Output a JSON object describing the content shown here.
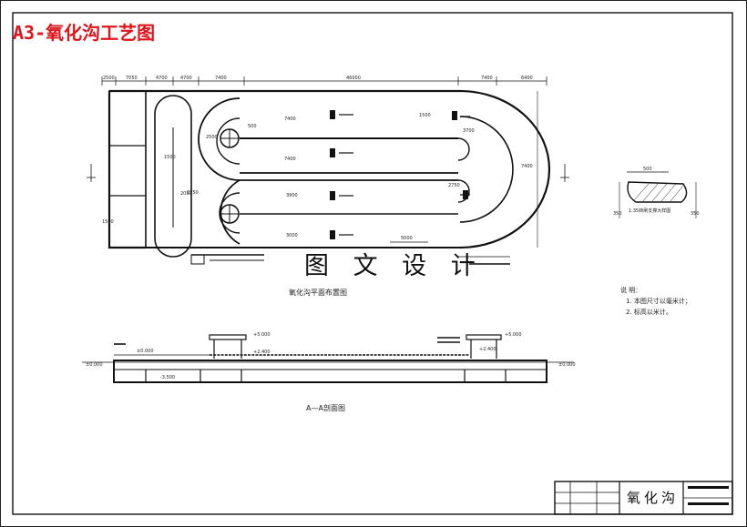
{
  "drawing": {
    "sheet_title": "A3-氧化沟工艺图",
    "watermark": "图 文 设 计",
    "plan_caption": "氧化沟平面布置图",
    "section_caption": "A—A剖面图",
    "detail_caption": "1:35转刷支撑大样图",
    "notes_heading": "说 明：",
    "notes": [
      "1. 本图尺寸以毫米计；",
      "2. 标高以米计。"
    ],
    "titleblock_name": "氧化沟"
  },
  "dimensions": {
    "top": [
      "2500",
      "7050",
      "4700",
      "4700",
      "7400",
      "46000",
      "7400",
      "6400"
    ],
    "inner": [
      "500",
      "2500",
      "7400",
      "7400",
      "1500",
      "1500",
      "3900",
      "2050",
      "5000",
      "3000",
      "3700",
      "2750",
      "7400",
      "2350",
      "1500"
    ],
    "detail": [
      "500",
      "350",
      "350"
    ]
  },
  "elevations": {
    "left": "±0.000",
    "mid1": "+5.000",
    "mid2": "+2.400",
    "right_top": "+5.000",
    "right_mid": "+2.400",
    "ground_left": "±0.000",
    "ground_right": "±0.000",
    "bottom": "-3.500"
  },
  "colors": {
    "title": "#e0141c",
    "line": "#111111"
  }
}
